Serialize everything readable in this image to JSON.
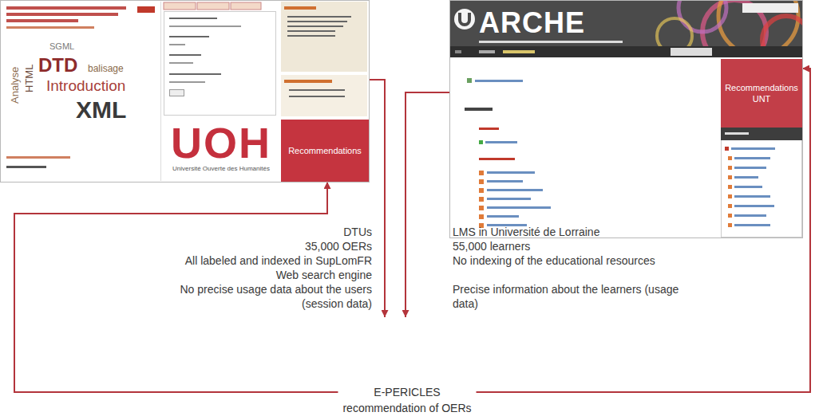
{
  "diagram": {
    "nodes": [
      {
        "text": [
          "UOH",
          "Université Ouverte des Humanités"
        ]
      },
      {
        "text": [
          "Recommendations"
        ],
        "in": 0
      },
      {
        "text": [
          "ARCHE"
        ]
      },
      {
        "text": [
          "Recommendations UNT"
        ],
        "in": 2
      },
      {
        "text": [
          "E-PERICLES",
          "recommendation of OERs"
        ]
      }
    ],
    "edges": [
      {
        "from": 0,
        "to": 4,
        "arrow": "to"
      },
      {
        "from": 2,
        "to": 4,
        "arrow": "to"
      },
      {
        "from": 4,
        "to": 1,
        "arrow": "to"
      },
      {
        "from": 4,
        "to": 3,
        "arrow": "to"
      }
    ],
    "labels": [
      "DTUs",
      "35,000 OERs",
      "All labeled and indexed in SupLomFR",
      "Web search engine",
      "No precise usage data about the users (session data)",
      "LMS in Université de Lorraine",
      "55,000 learners",
      "No indexing of the educational resources",
      "Precise information about the learners (usage data)",
      "XML",
      "DTD",
      "Introduction",
      "HTML",
      "balisage",
      "Analyse",
      "SGML"
    ]
  }
}
